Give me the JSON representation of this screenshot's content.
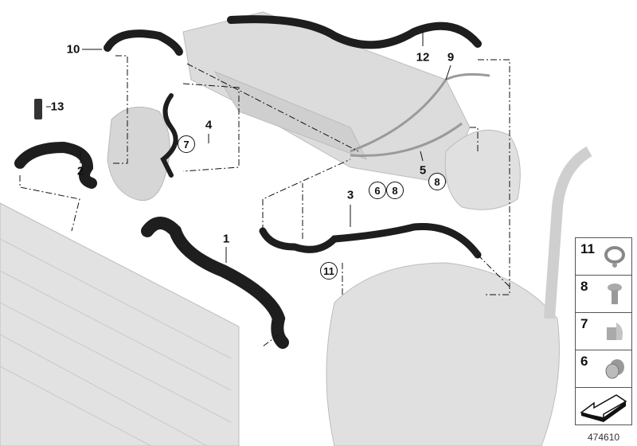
{
  "callouts": {
    "hose_10": "10",
    "hose_12": "12",
    "line_9": "9",
    "sensor_13": "13",
    "hose_4": "4",
    "clip_7": "7",
    "hose_2": "2",
    "line_5": "5",
    "plug_6": "6",
    "screw_8a": "8",
    "screw_8b": "8",
    "hose_3": "3",
    "hose_1": "1",
    "clamp_11": "11"
  },
  "legend": {
    "items": [
      {
        "number": "11",
        "icon": "hose-clamp-icon"
      },
      {
        "number": "8",
        "icon": "bolt-icon"
      },
      {
        "number": "7",
        "icon": "clip-icon"
      },
      {
        "number": "6",
        "icon": "plug-icon"
      },
      {
        "number": "",
        "icon": "direction-arrow-icon"
      }
    ]
  },
  "diagram_number": "474610",
  "colors": {
    "hose": "#1e1e1e",
    "component": "#d4d4d4",
    "line": "#111111"
  }
}
